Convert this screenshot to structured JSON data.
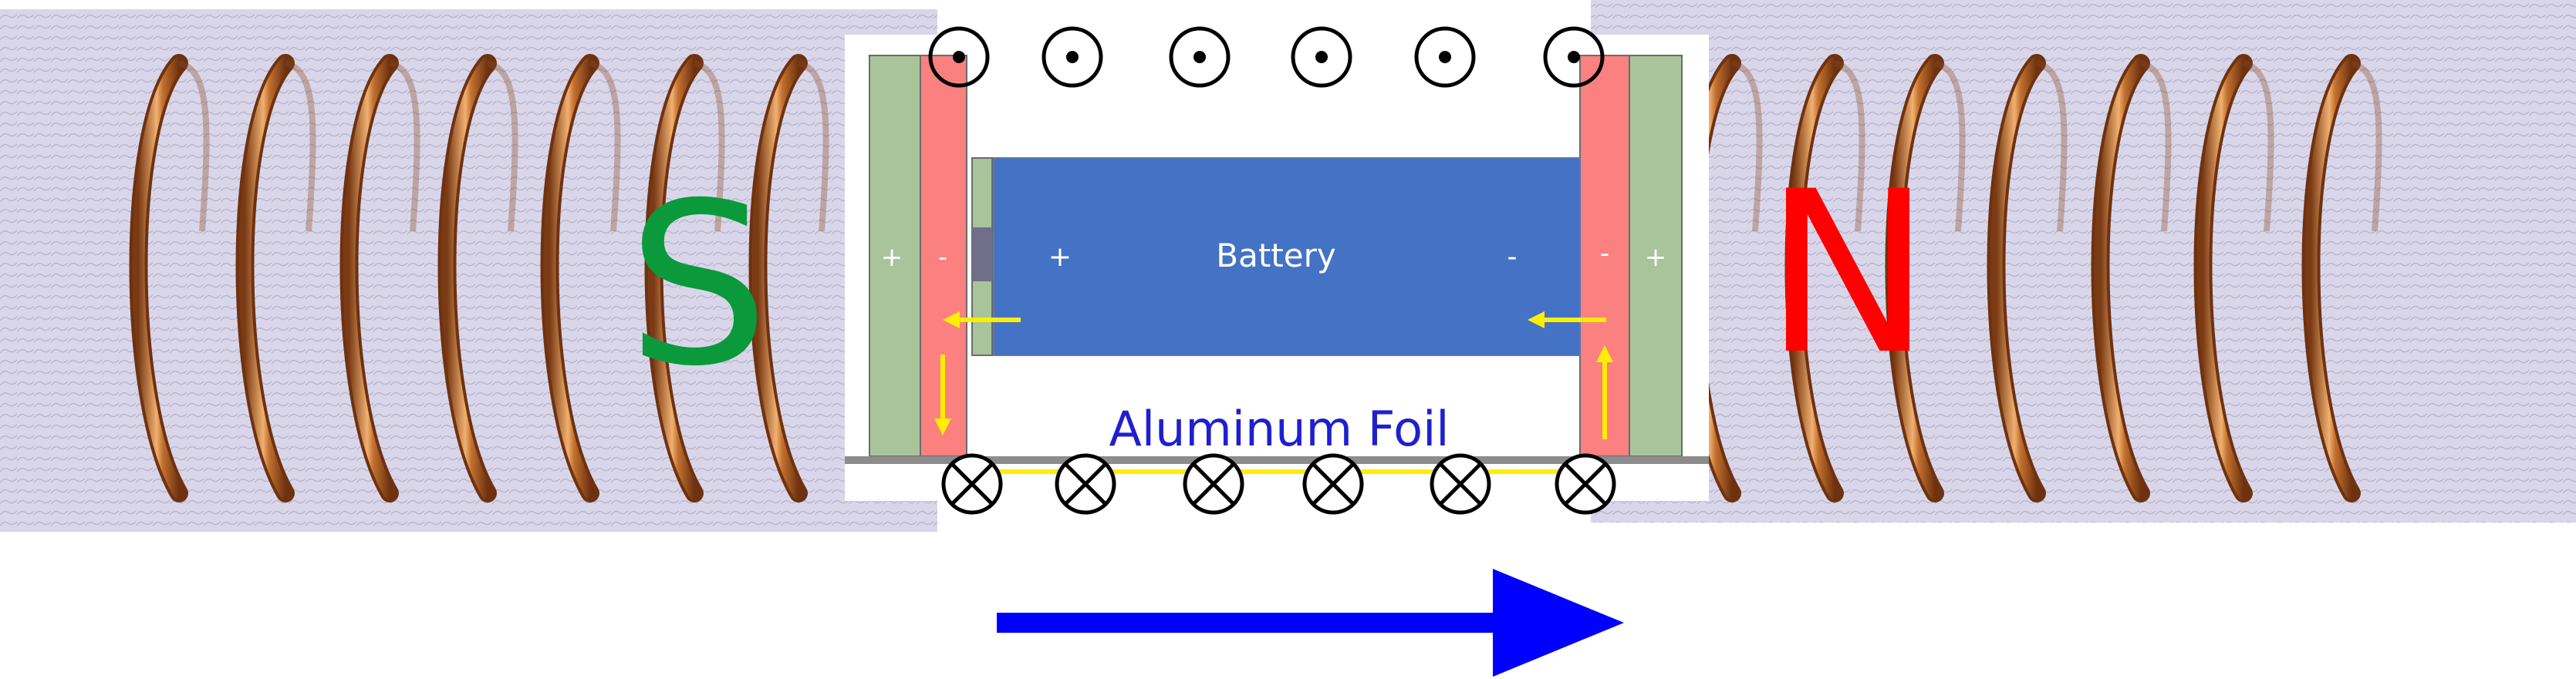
{
  "labels": {
    "pole_left": "S",
    "pole_right": "N",
    "battery": "Battery",
    "battery_plus": "+",
    "battery_minus": "-",
    "magnet_left_outer": "+",
    "magnet_left_inner": "-",
    "magnet_right_inner": "-",
    "magnet_right_outer": "+",
    "foil": "Aluminum Foil"
  },
  "colors": {
    "coil_background": "#d9d6ea",
    "copper": "#b0622a",
    "copper_highlight": "#f0b070",
    "magnet_green": "#a9c49a",
    "magnet_red": "#fb8080",
    "battery_blue": "#4472c4",
    "foil_gray": "#8c8c8c",
    "current_yellow": "#ffee00",
    "pole_s": "#0a9a3c",
    "pole_n": "#ff0000",
    "foil_text": "#1f1fd0",
    "motion_arrow": "#0000ff"
  },
  "symbols": {
    "field_out_count": 6,
    "field_in_count": 6
  },
  "icons": {
    "field_out": "dot-in-circle-icon",
    "field_in": "cross-in-circle-icon",
    "motion": "arrow-right-icon",
    "current": "yellow-arrow-icon"
  }
}
